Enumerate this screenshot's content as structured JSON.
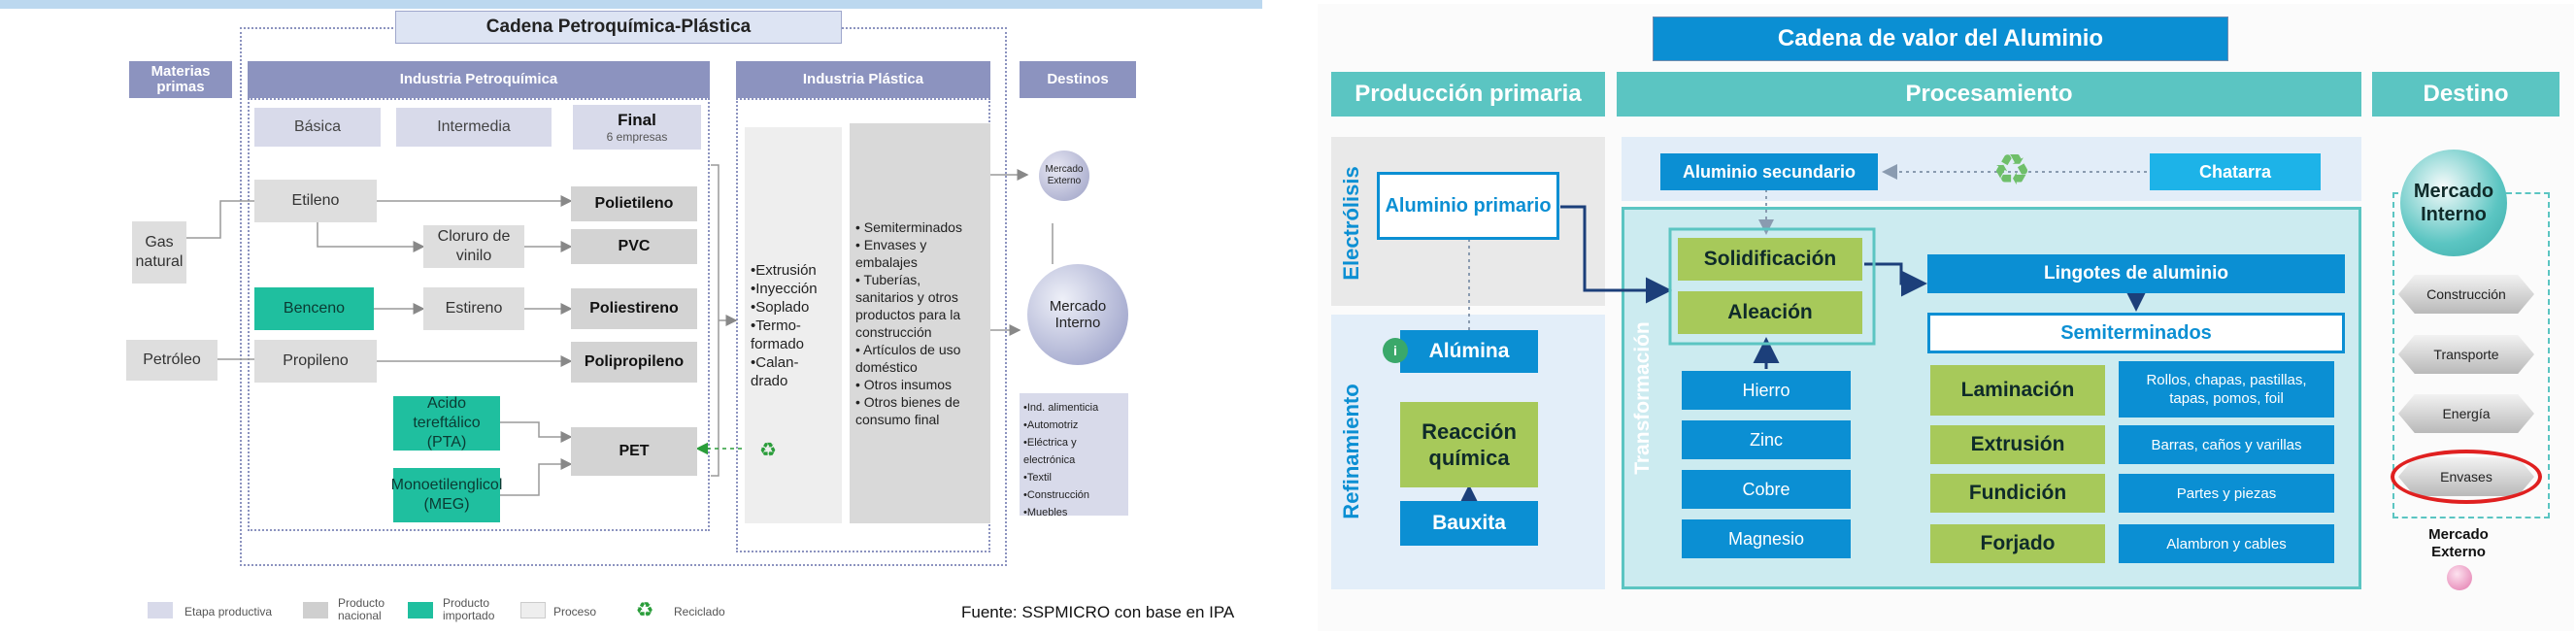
{
  "left": {
    "title": "Cadena Petroquímica-Plástica",
    "headers": {
      "materias": "Materias primas",
      "industria_petroquimica": "Industria Petroquímica",
      "industria_plastica": "Industria Plástica",
      "destinos": "Destinos"
    },
    "stages": {
      "basica": "Básica",
      "intermedia": "Intermedia",
      "final": "Final",
      "final_sub": "6 empresas"
    },
    "raw": {
      "gas_natural": "Gas natural",
      "petroleo": "Petróleo"
    },
    "nodes": {
      "etileno": "Etileno",
      "cloruro_vinilo": "Cloruro de vinilo",
      "benceno": "Benceno",
      "estireno": "Estireno",
      "propileno": "Propileno",
      "pta": "Acido tereftálico (PTA)",
      "meg": "Monoetilenglicol (MEG)"
    },
    "finals": {
      "polietileno": "Polietileno",
      "pvc": "PVC",
      "poliestireno": "Poliestireno",
      "polipropileno": "Polipropileno",
      "pet": "PET"
    },
    "processes": "•Extrusión\n•Inyección\n•Soplado\n•Termo-\nformado\n•Calan-\ndrado",
    "products": "• Semiterminados\n• Envases y\nembalajes\n• Tuberías,\nsanitarios y otros\nproductos para la\nconstrucción\n• Artículos de uso\ndoméstico\n• Otros insumos\n• Otros bienes de\nconsumo final",
    "mercado_externo": "Mercado Externo",
    "mercado_interno": "Mercado Interno",
    "sectores": "•Ind. alimenticia\n•Automotriz\n•Eléctrica y\nelectrónica\n•Textil\n•Construcción\n•Muebles",
    "legend": {
      "etapa": "Etapa productiva",
      "nacional": "Producto nacional",
      "importado": "Producto importado",
      "proceso": "Proceso",
      "reciclado": "Reciclado"
    },
    "fuente": "Fuente: SSPMICRO con base en IPA",
    "colors": {
      "header": "#8c93bf",
      "imported": "#1fbf9f",
      "national": "#dedede",
      "stage": "#d8daea"
    }
  },
  "right": {
    "title": "Cadena de valor del Aluminio",
    "sections": {
      "produccion": "Producción primaria",
      "procesamiento": "Procesamiento",
      "destino": "Destino"
    },
    "side_labels": {
      "electrolisis": "Electrólisis",
      "refinamiento": "Refinamiento",
      "transformacion": "Transformación"
    },
    "aluminio_primario": "Aluminio primario",
    "alumina": "Alúmina",
    "reaccion_quimica": "Reacción química",
    "bauxita": "Bauxita",
    "aluminio_secundario": "Aluminio secundario",
    "chatarra": "Chatarra",
    "solidificacion": "Solidificación",
    "aleacion": "Aleación",
    "materiales": [
      "Hierro",
      "Zinc",
      "Cobre",
      "Magnesio"
    ],
    "lingotes": "Lingotes de aluminio",
    "semiterminados": "Semiterminados",
    "procesos": [
      {
        "name": "Laminación",
        "desc": "Rollos, chapas, pastillas, tapas, pomos, foil"
      },
      {
        "name": "Extrusión",
        "desc": "Barras, caños y varillas"
      },
      {
        "name": "Fundición",
        "desc": "Partes y piezas"
      },
      {
        "name": "Forjado",
        "desc": "Alambron y cables"
      }
    ],
    "mercado_interno": "Mercado Interno",
    "destinos": [
      "Construcción",
      "Transporte",
      "Energía",
      "Envases"
    ],
    "mercado_externo": "Mercado Externo",
    "colors": {
      "blue": "#0b8fd3",
      "teal": "#5bc5c2",
      "green": "#a7c95a",
      "highlight": "#e02020"
    }
  }
}
